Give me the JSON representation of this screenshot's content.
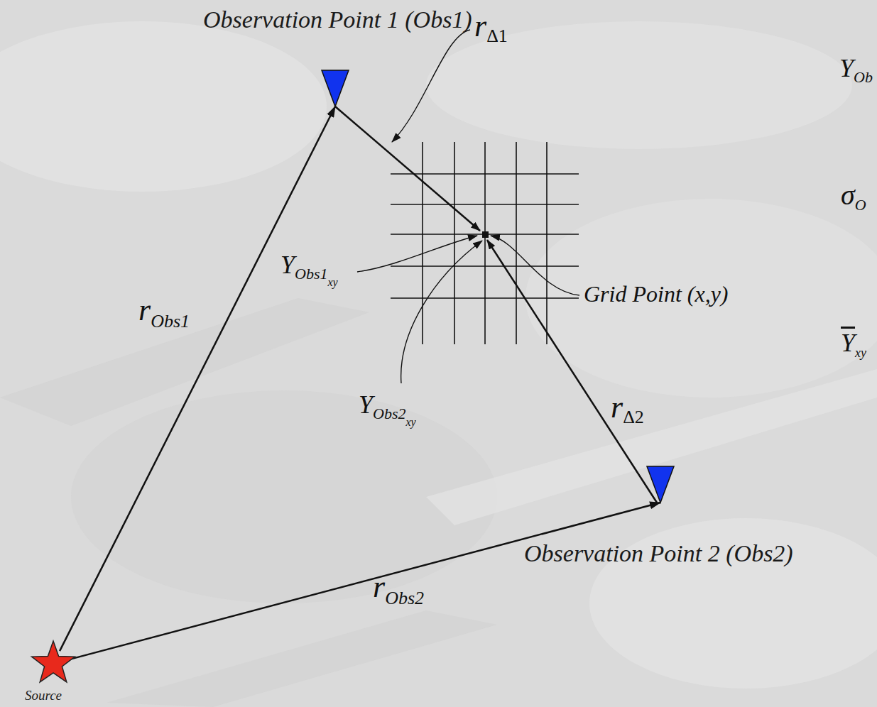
{
  "diagram": {
    "nodes": [
      {
        "text": [
          "Observation Point 1 (Obs1)"
        ]
      },
      {
        "text": [
          "Observation Point 2 (Obs2)"
        ]
      },
      {
        "text": [
          "Source"
        ]
      }
    ],
    "edges": [
      {
        "from": 2,
        "to": 0,
        "arrow": "to"
      },
      {
        "from": 2,
        "to": 1,
        "arrow": "to"
      }
    ],
    "labels": [
      "r",
      "Δ1",
      "r",
      "Obs1",
      "Y",
      "Obs1",
      "xy",
      "Grid Point (x,y)",
      "Y",
      "Obs2",
      "xy",
      "r",
      "Δ2",
      "r",
      "Obs2",
      "Y",
      "Ob",
      "σ",
      "O",
      "Y",
      "xy"
    ]
  }
}
